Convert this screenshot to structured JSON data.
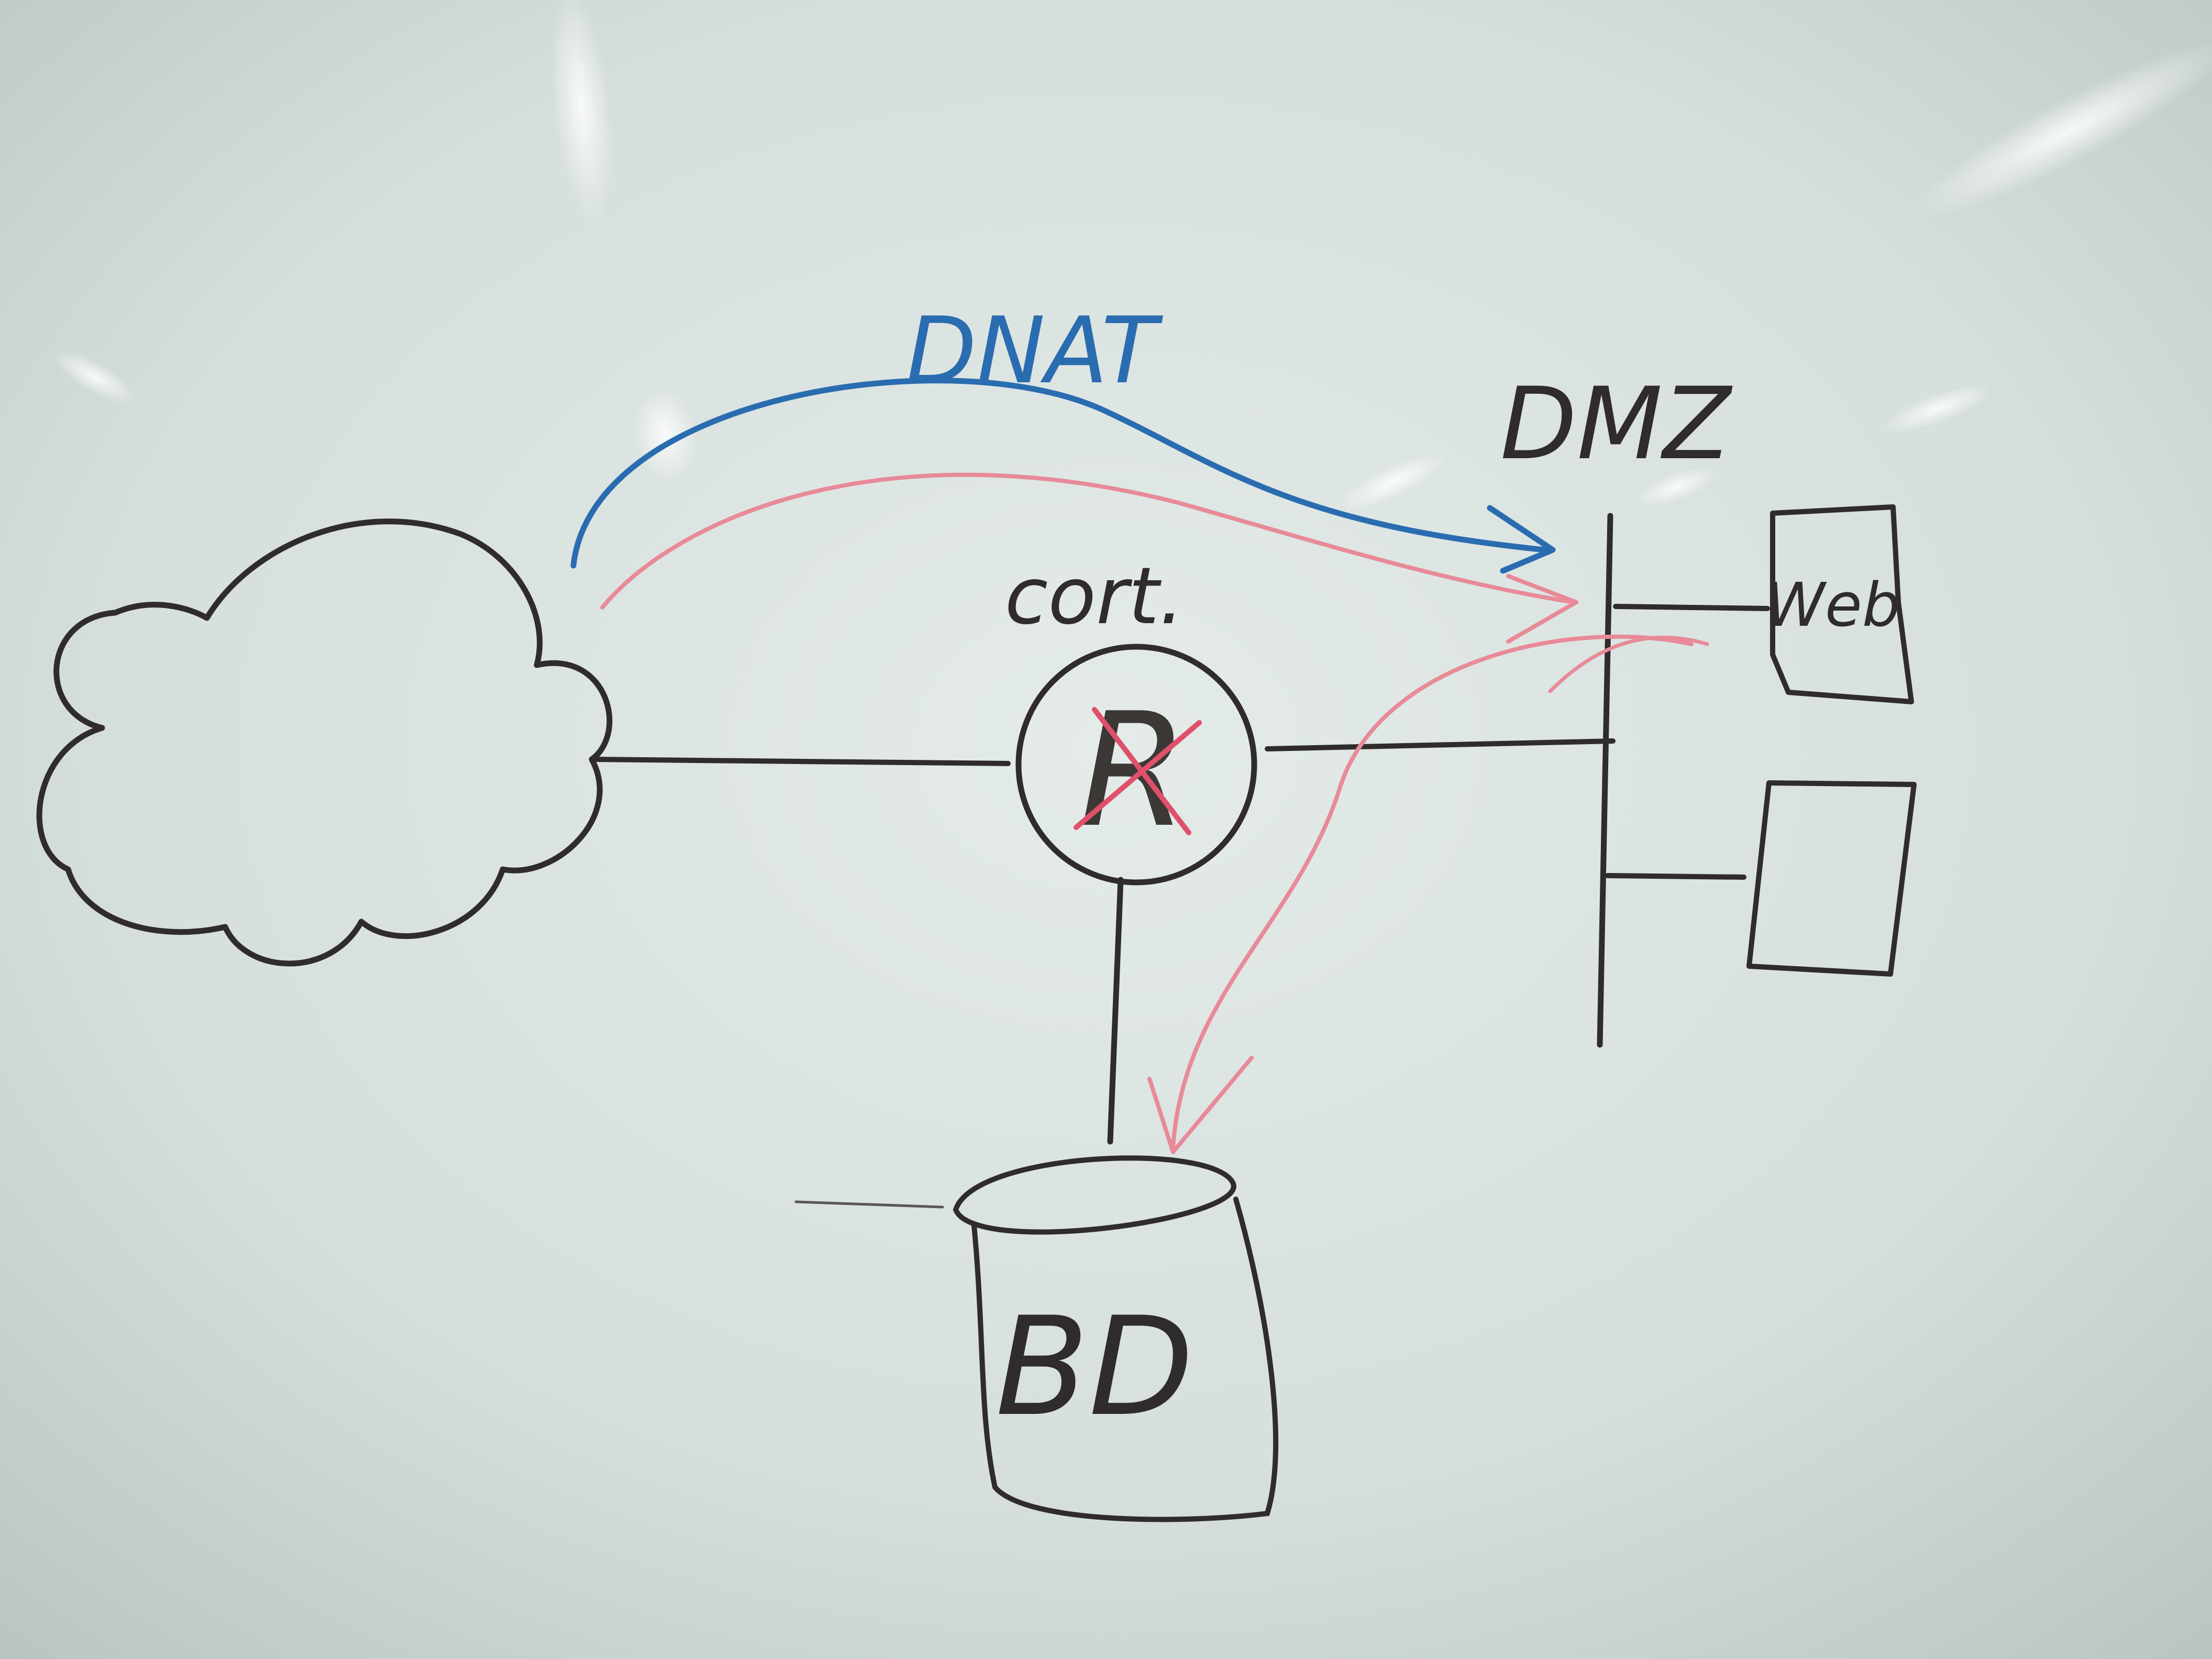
{
  "labels": {
    "dnat": "DNAT",
    "dmz": "DMZ",
    "firewall": "cort.",
    "router_symbol": "R",
    "web_server": "Web",
    "database": "BD"
  },
  "colors": {
    "board_background": "#dde5e3",
    "black_marker": "#2f2c2b",
    "blue_marker": "#2a6cb0",
    "red_marker": "#e88a98",
    "red_cross": "#e0506a"
  }
}
